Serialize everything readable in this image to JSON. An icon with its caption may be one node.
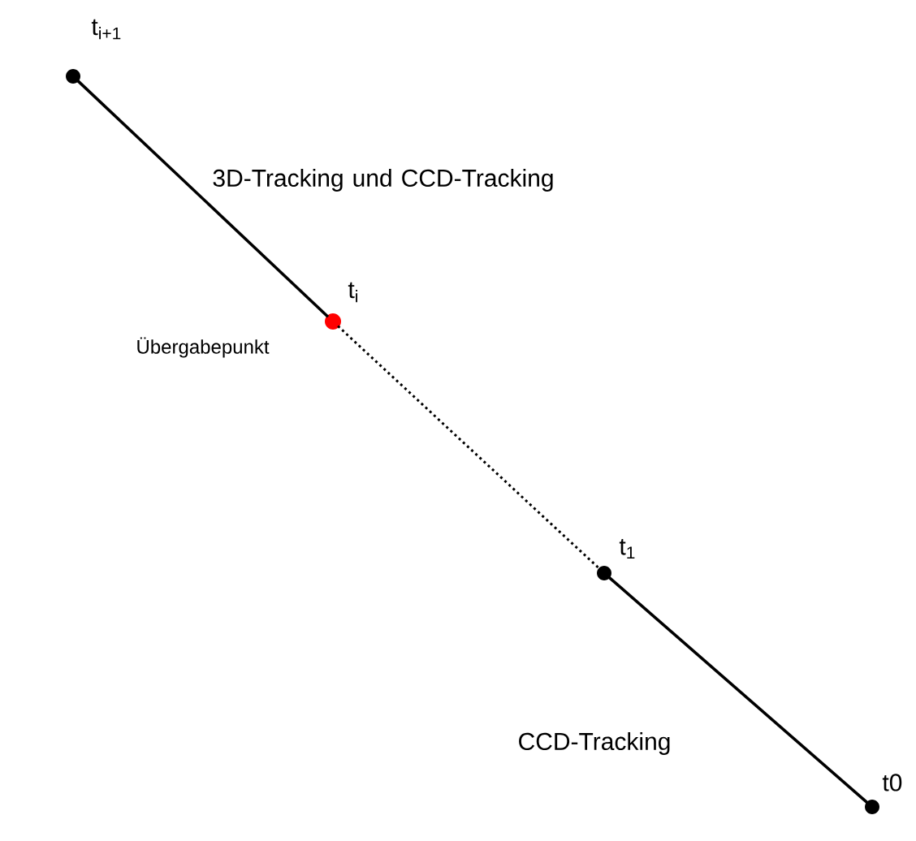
{
  "diagram": {
    "nodes": [
      {
        "text": [],
        "shape": "circle",
        "beside": [
          "t$_{i+1}$"
        ]
      },
      {
        "text": [],
        "shape": "circle",
        "beside": [
          "t$_{i}$",
          "Übergabepunkt"
        ]
      },
      {
        "text": [],
        "shape": "circle",
        "beside": [
          "t$_{1}$"
        ]
      },
      {
        "text": [],
        "shape": "circle",
        "beside": [
          "t0"
        ]
      }
    ],
    "edges": [
      {
        "from": 0,
        "to": 1,
        "arrow": "none",
        "label": "3D-Tracking und CCD-Tracking"
      },
      {
        "from": 1,
        "to": 2,
        "arrow": "none",
        "style": "dashed"
      },
      {
        "from": 2,
        "to": 3,
        "arrow": "none",
        "label": "CCD-Tracking"
      }
    ]
  }
}
